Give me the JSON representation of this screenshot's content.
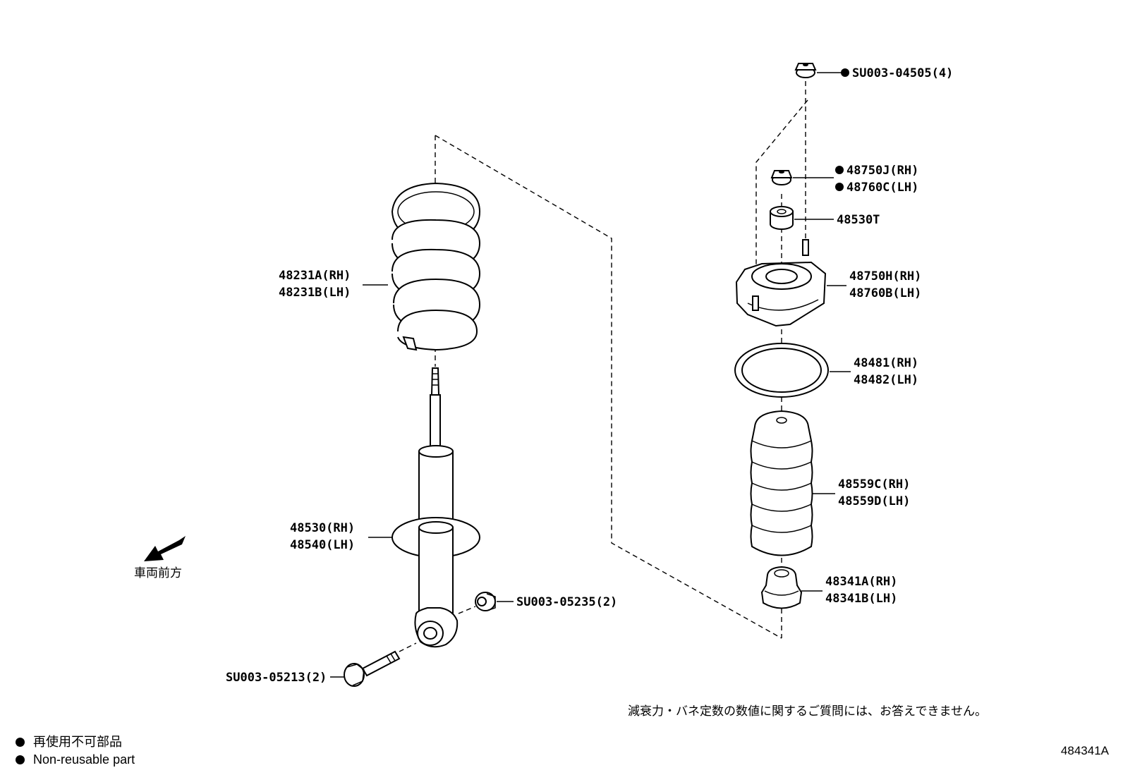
{
  "labels": {
    "nut_top": "SU003-04505(4)",
    "nut_rh": "48750J(RH)",
    "nut_lh": "48760C(LH)",
    "bushing": "48530T",
    "mount_rh": "48750H(RH)",
    "mount_lh": "48760B(LH)",
    "bearing_rh": "48481(RH)",
    "bearing_lh": "48482(LH)",
    "boot_rh": "48559C(RH)",
    "boot_lh": "48559D(LH)",
    "bumper_rh": "48341A(RH)",
    "bumper_lh": "48341B(LH)",
    "spring_rh": "48231A(RH)",
    "spring_lh": "48231B(LH)",
    "strut_rh": "48530(RH)",
    "strut_lh": "48540(LH)",
    "lower_nut": "SU003-05235(2)",
    "lower_bolt": "SU003-05213(2)"
  },
  "front_direction": "車両前方",
  "notice": "減衰力・バネ定数の数値に関するご質問には、お答えできません。",
  "legend": {
    "jp": "再使用不可部品",
    "en": "Non-reusable part"
  },
  "diagram_id": "484341A"
}
